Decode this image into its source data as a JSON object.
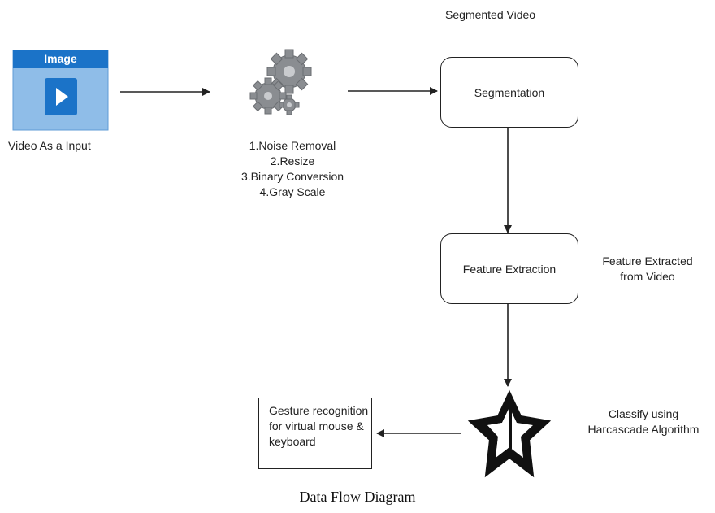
{
  "diagram": {
    "caption": "Data Flow Diagram",
    "input": {
      "image_header": "Image",
      "label": "Video  As a Input",
      "icon": "video-play-icon"
    },
    "preprocessing": {
      "icon": "gears-icon",
      "steps": [
        "1.Noise Removal",
        "2.Resize",
        "3.Binary Conversion",
        "4.Gray Scale"
      ]
    },
    "segmented_label": "Segmented Video",
    "segmentation_box": "Segmentation",
    "feature_box": "Feature Extraction",
    "feature_note": [
      "Feature Extracted",
      "from Video"
    ],
    "classify": {
      "icon": "star-half-icon",
      "label": [
        "Classify using",
        "Harcascade Algorithm"
      ]
    },
    "output_box": [
      "Gesture recognition",
      "for virtual mouse &",
      "keyboard"
    ],
    "colors": {
      "image_header": "#1b73c8",
      "image_body": "#8fbde8",
      "play_tile": "#1b73c8",
      "gear": "#8a8d91",
      "stroke": "#222222"
    }
  }
}
